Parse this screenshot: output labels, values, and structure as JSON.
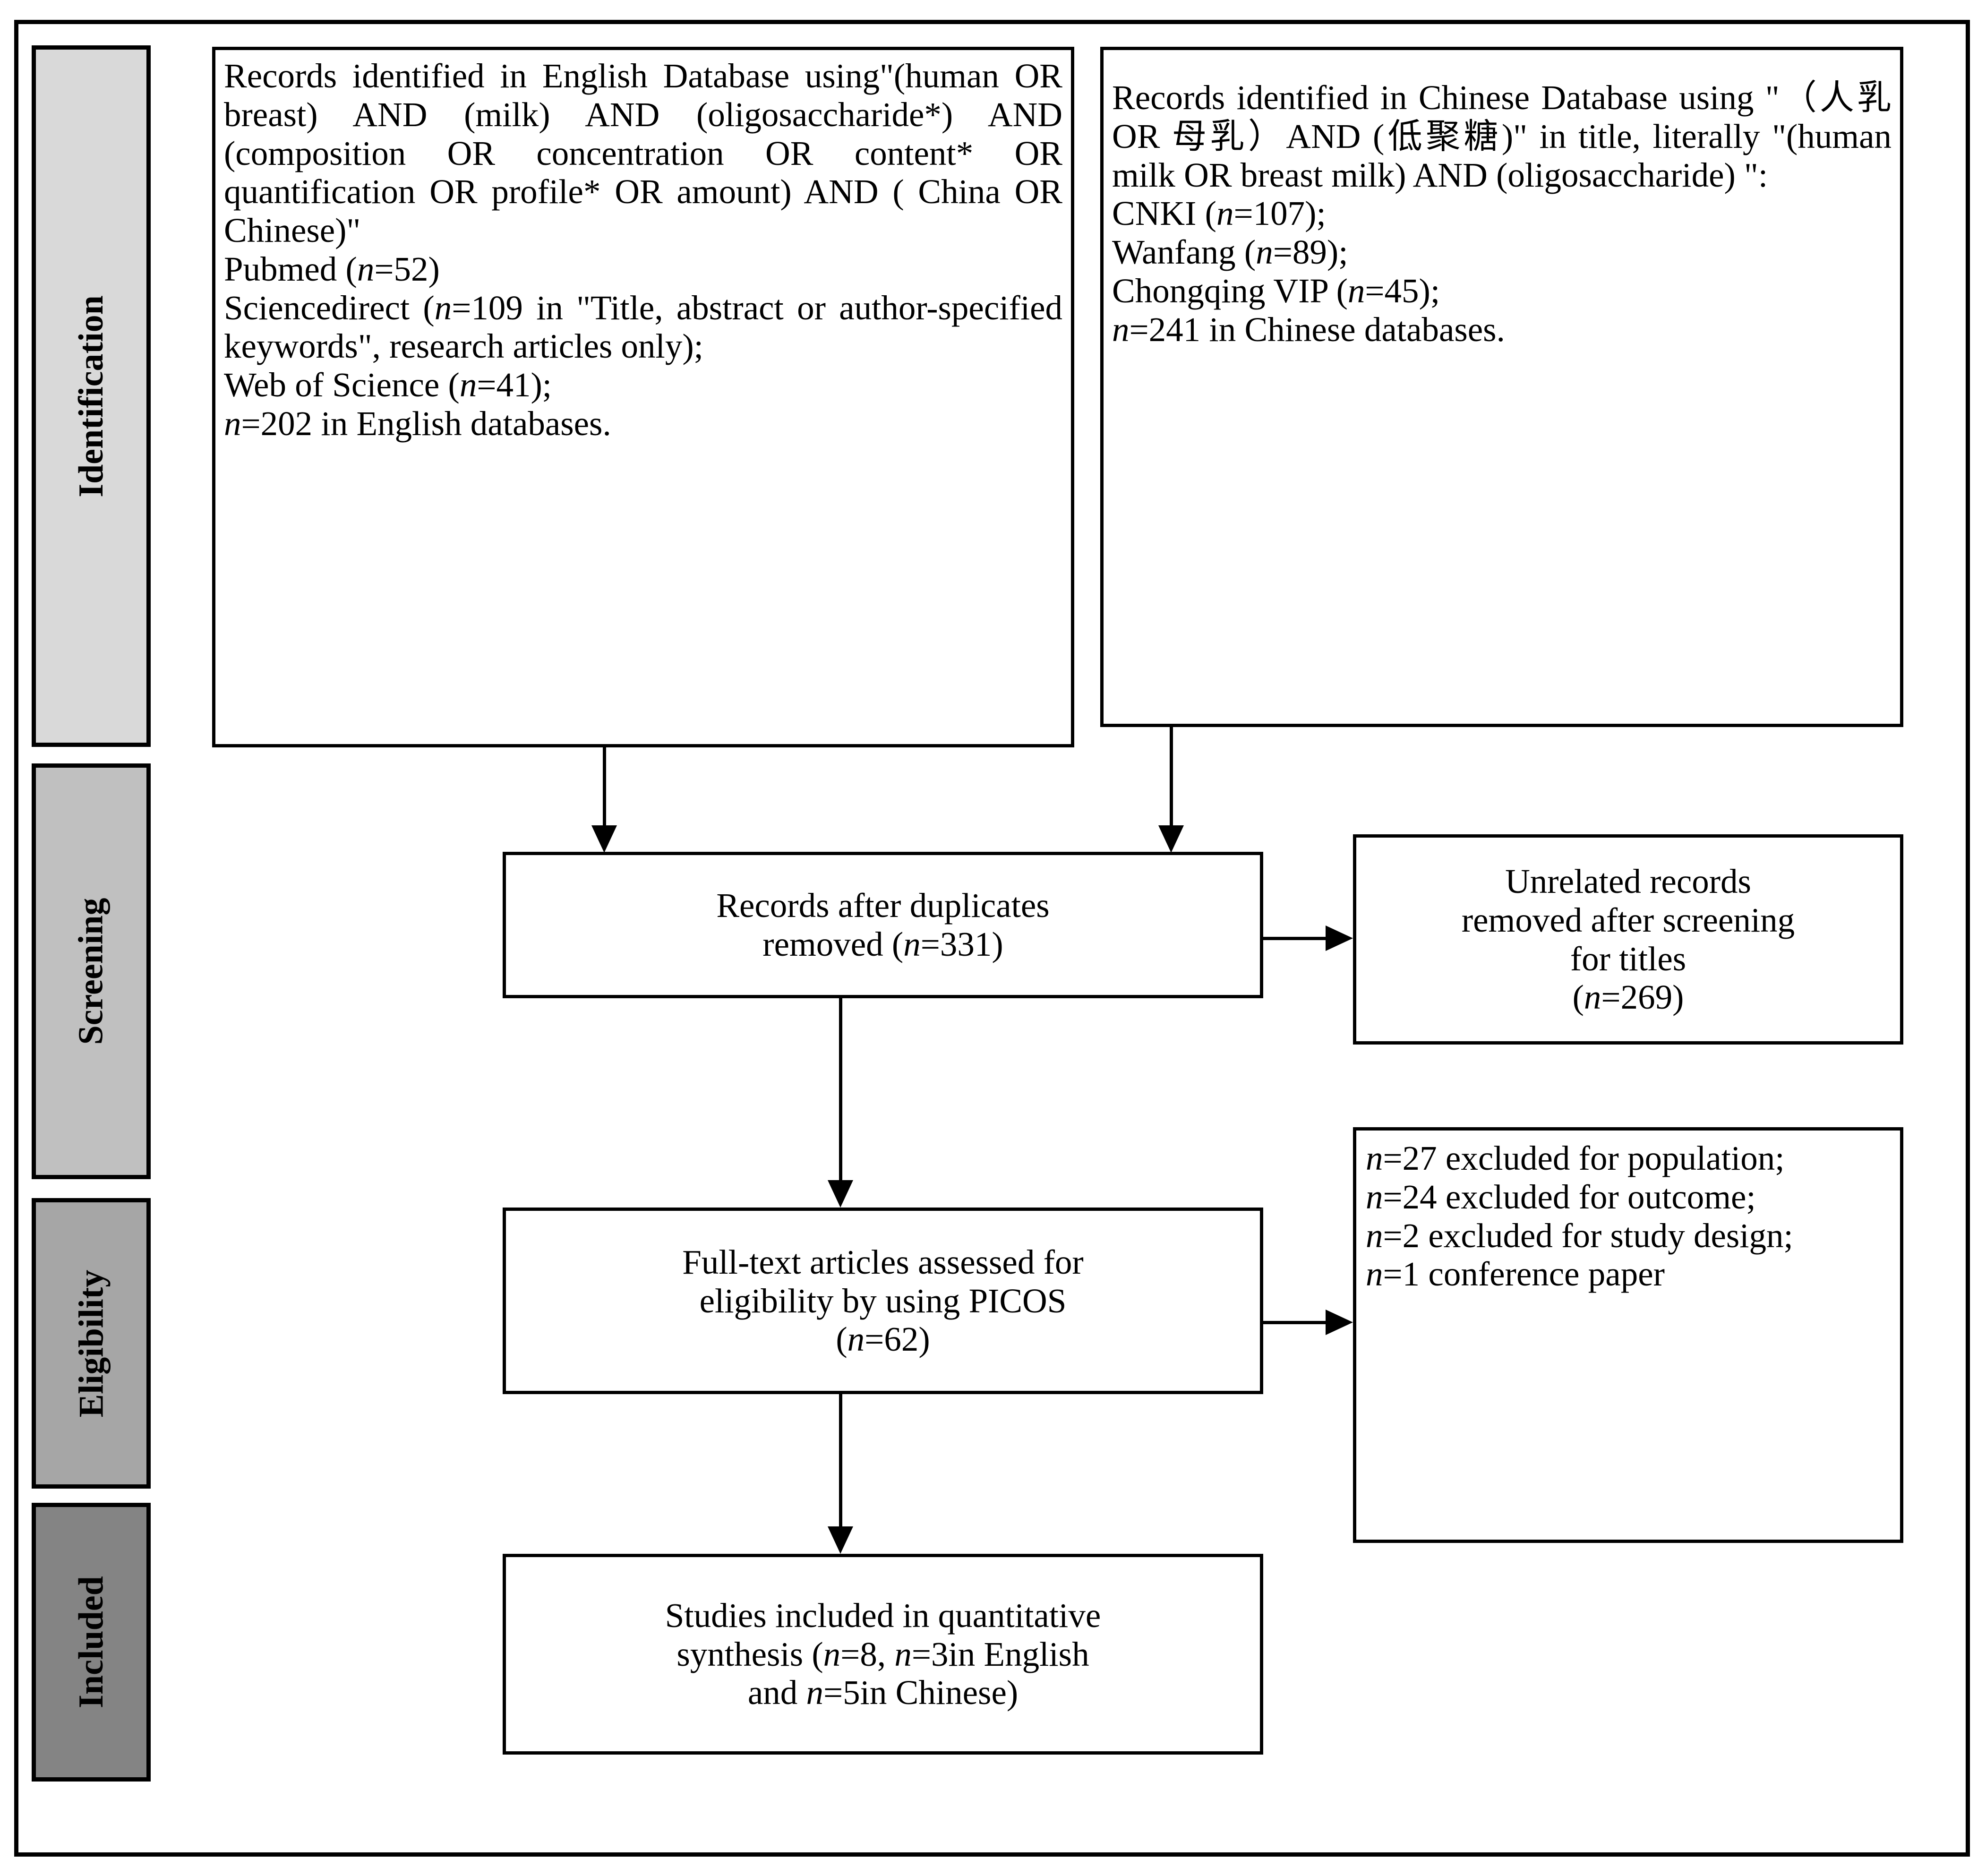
{
  "diagram": {
    "title": "PRISMA study selection flow diagram",
    "stages": [
      {
        "name": "identification",
        "label": "Identification",
        "color": "#d9d9d9"
      },
      {
        "name": "screening",
        "label": "Screening",
        "color": "#c0c0c0"
      },
      {
        "name": "eligibility",
        "label": "Eligibility",
        "color": "#a6a6a6"
      },
      {
        "name": "included",
        "label": "Included",
        "color": "#848484"
      }
    ],
    "boxes": {
      "english_sources": {
        "lines": [
          "Records identified in English Database using\"(human OR breast) AND (milk) AND (oligosaccharide*) AND (composition OR concentration OR content* OR quantification OR profile* OR amount) AND ( China OR Chinese)\"",
          "Pubmed (n=52)",
          "Sciencedirect (n=109 in \"Title, abstract or author-specified keywords\", research articles only);",
          "Web of Science (n=41);",
          "n=202 in English databases."
        ]
      },
      "chinese_sources": {
        "lines": [
          "Records identified in Chinese Database using \"（人乳 OR 母乳）AND (低聚糖)\" in title, literally \"(human milk OR breast milk) AND (oligosaccharide) \":",
          "CNKI (n=107);",
          "Wanfang (n=89);",
          "Chongqing VIP (n=45);",
          "n=241 in Chinese databases."
        ]
      },
      "duplicates_removed": {
        "lines": [
          "Records after duplicates",
          "removed (n=331)"
        ]
      },
      "unrelated_removed": {
        "lines": [
          "Unrelated records",
          "removed after screening",
          "for titles",
          "(n=269)"
        ]
      },
      "fulltext_assessed": {
        "lines": [
          "Full-text articles assessed for",
          "eligibility by using PICOS",
          "(n=62)"
        ]
      },
      "exclusions": {
        "lines": [
          "n=27 excluded for population;",
          "n=24 excluded for outcome;",
          "n=2 excluded for study design;",
          "n=1 conference paper"
        ]
      },
      "included_studies": {
        "lines": [
          "Studies included in quantitative",
          "synthesis (n=8, n=3in English",
          "and n=5in Chinese)"
        ]
      }
    },
    "counts": {
      "pubmed": 52,
      "sciencedirect": 109,
      "web_of_science": 41,
      "english_total": 202,
      "cnki": 107,
      "wanfang": 89,
      "chongqing_vip": 45,
      "chinese_total": 241,
      "after_duplicates": 331,
      "removed_titles": 269,
      "fulltext_assessed": 62,
      "excluded_population": 27,
      "excluded_outcome": 24,
      "excluded_design": 2,
      "excluded_conference": 1,
      "included_total": 8,
      "included_english": 3,
      "included_chinese": 5
    }
  }
}
